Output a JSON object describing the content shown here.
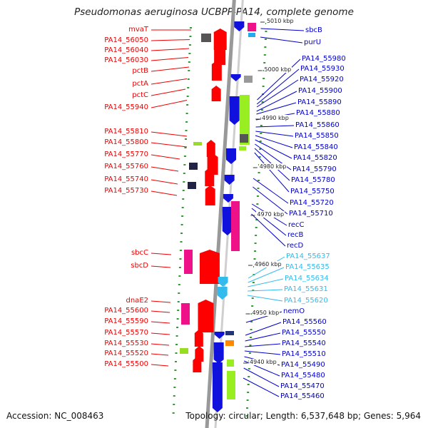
{
  "title": "Pseudomonas aeruginosa UCBPP-PA14, complete genome",
  "colors": {
    "red": "#ee0000",
    "blue": "#0000cc",
    "cyan": "#33bbee",
    "green_dot": "#339933",
    "strand": "#888888",
    "forward_gene": "#ff0000",
    "reverse_gene": "#1111dd"
  },
  "left_labels": [
    "mvaT",
    "PA14_56050",
    "PA14_56040",
    "PA14_56030",
    "pctB",
    "pctA",
    "pctC",
    "PA14_55940",
    "PA14_55810",
    "PA14_55800",
    "PA14_55770",
    "PA14_55760",
    "PA14_55740",
    "PA14_55730",
    "sbcC",
    "sbcD",
    "dnaE2",
    "PA14_55600",
    "PA14_55590",
    "PA14_55570",
    "PA14_55530",
    "PA14_55520",
    "PA14_55500"
  ],
  "right_labels": [
    {
      "text": "sbcB",
      "color": "blue"
    },
    {
      "text": "purU",
      "color": "blue"
    },
    {
      "text": "PA14_55980",
      "color": "blue"
    },
    {
      "text": "PA14_55930",
      "color": "blue"
    },
    {
      "text": "PA14_55920",
      "color": "blue"
    },
    {
      "text": "PA14_55900",
      "color": "blue"
    },
    {
      "text": "PA14_55890",
      "color": "blue"
    },
    {
      "text": "PA14_55880",
      "color": "blue"
    },
    {
      "text": "PA14_55860",
      "color": "blue"
    },
    {
      "text": "PA14_55850",
      "color": "blue"
    },
    {
      "text": "PA14_55840",
      "color": "blue"
    },
    {
      "text": "PA14_55820",
      "color": "blue"
    },
    {
      "text": "PA14_55790",
      "color": "blue"
    },
    {
      "text": "PA14_55780",
      "color": "blue"
    },
    {
      "text": "PA14_55750",
      "color": "blue"
    },
    {
      "text": "PA14_55720",
      "color": "blue"
    },
    {
      "text": "PA14_55710",
      "color": "blue"
    },
    {
      "text": "recC",
      "color": "blue"
    },
    {
      "text": "recB",
      "color": "blue"
    },
    {
      "text": "recD",
      "color": "blue"
    },
    {
      "text": "PA14_55637",
      "color": "cyan"
    },
    {
      "text": "PA14_55635",
      "color": "cyan"
    },
    {
      "text": "PA14_55634",
      "color": "cyan"
    },
    {
      "text": "PA14_55631",
      "color": "cyan"
    },
    {
      "text": "PA14_55620",
      "color": "cyan"
    },
    {
      "text": "nemO",
      "color": "blue"
    },
    {
      "text": "PA14_55560",
      "color": "blue"
    },
    {
      "text": "PA14_55550",
      "color": "blue"
    },
    {
      "text": "PA14_55540",
      "color": "blue"
    },
    {
      "text": "PA14_55510",
      "color": "blue"
    },
    {
      "text": "PA14_55490",
      "color": "blue"
    },
    {
      "text": "PA14_55480",
      "color": "blue"
    },
    {
      "text": "PA14_55470",
      "color": "blue"
    },
    {
      "text": "PA14_55460",
      "color": "blue"
    }
  ],
  "scale_ticks": [
    "5010 kbp",
    "5000 kbp",
    "4990 kbp",
    "4980 kbp",
    "4970 kbp",
    "4960 kbp",
    "4950 kbp",
    "4940 kbp"
  ],
  "accession": "Accession: NC_008463",
  "topology": "Topology: circular; Length: 6,537,648 bp; Genes: 5,964"
}
